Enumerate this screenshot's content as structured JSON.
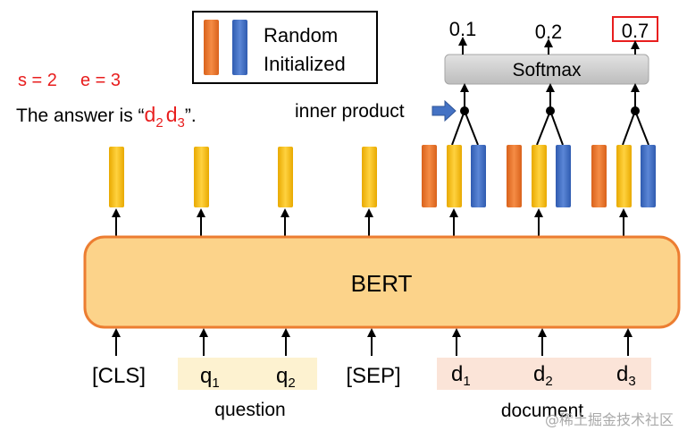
{
  "legend": {
    "label_line1": "Random",
    "label_line2": "Initialized"
  },
  "answer": {
    "s_text": "s = 2",
    "e_text": "e = 3",
    "prefix": "The answer is “",
    "tok1_base": "d",
    "tok1_sub": "2",
    "tok2_base": "d",
    "tok2_sub": "3",
    "suffix": "”."
  },
  "inner_product_label": "inner product",
  "softmax_label": "Softmax",
  "probabilities": [
    "0.1",
    "0.2",
    "0.7"
  ],
  "bert_label": "BERT",
  "tokens": [
    {
      "base": "[CLS]",
      "sub": ""
    },
    {
      "base": "q",
      "sub": "1"
    },
    {
      "base": "q",
      "sub": "2"
    },
    {
      "base": "[SEP]",
      "sub": ""
    },
    {
      "base": "d",
      "sub": "1"
    },
    {
      "base": "d",
      "sub": "2"
    },
    {
      "base": "d",
      "sub": "3"
    }
  ],
  "question_label": "question",
  "document_label": "document",
  "watermark": "@稀土掘金技术社区",
  "colors": {
    "orange": "#ED7D31",
    "blue": "#4472C4",
    "yellow": "#FFC000",
    "red": "#E81E1E",
    "bert_fill": "#FCD38A",
    "bert_stroke": "#EC7D31",
    "softmax_fill": "#D0D0D0",
    "question_bg": "#FDF2D0",
    "document_bg": "#FBE4D8"
  }
}
